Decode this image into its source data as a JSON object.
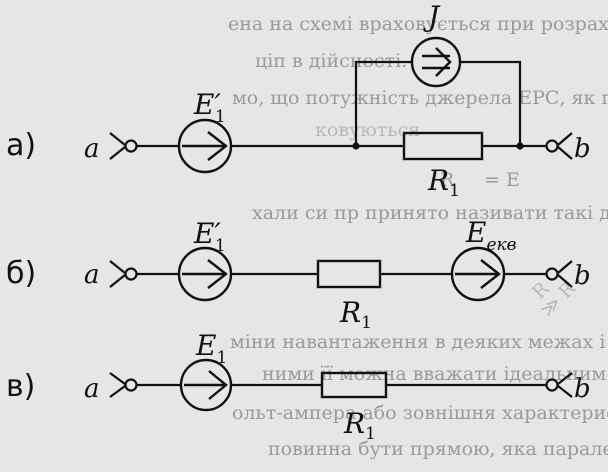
{
  "background_text": [
    "ена на схемі враховується при розрахунках",
    "ціп в дійсності.",
    "мо, що потужність джерела ЕРС, як правило,",
    "ковуються",
    "R",
    "= E",
    "хали си пр принято називати такі джерела",
    "R",
    "≫ R",
    "міни навантаження в деяких межах і при достатньо",
    "ними її можна вважати ідеальним.",
    "ольт-ампера або зовнішня характеристика",
    "повинна бути прямою, яка паралельна"
  ],
  "rows": [
    {
      "label": "а)",
      "terminal_left": "a",
      "terminal_right": "b",
      "source": {
        "name": "E",
        "prime": "′",
        "sub": "1",
        "icon": "emf-source-icon"
      },
      "current_source": {
        "name": "J",
        "icon": "current-source-icon"
      },
      "resistor": {
        "name": "R",
        "sub": "1"
      }
    },
    {
      "label": "б)",
      "terminal_left": "a",
      "terminal_right": "b",
      "source": {
        "name": "E",
        "prime": "′",
        "sub": "1",
        "icon": "emf-source-icon"
      },
      "resistor": {
        "name": "R",
        "sub": "1"
      },
      "source2": {
        "name": "E",
        "sub": "екв",
        "icon": "emf-source-icon"
      }
    },
    {
      "label": "в)",
      "terminal_left": "a",
      "terminal_right": "b",
      "source": {
        "name": "E",
        "sub": "1",
        "icon": "emf-source-icon"
      },
      "resistor": {
        "name": "R",
        "sub": "1"
      }
    }
  ]
}
